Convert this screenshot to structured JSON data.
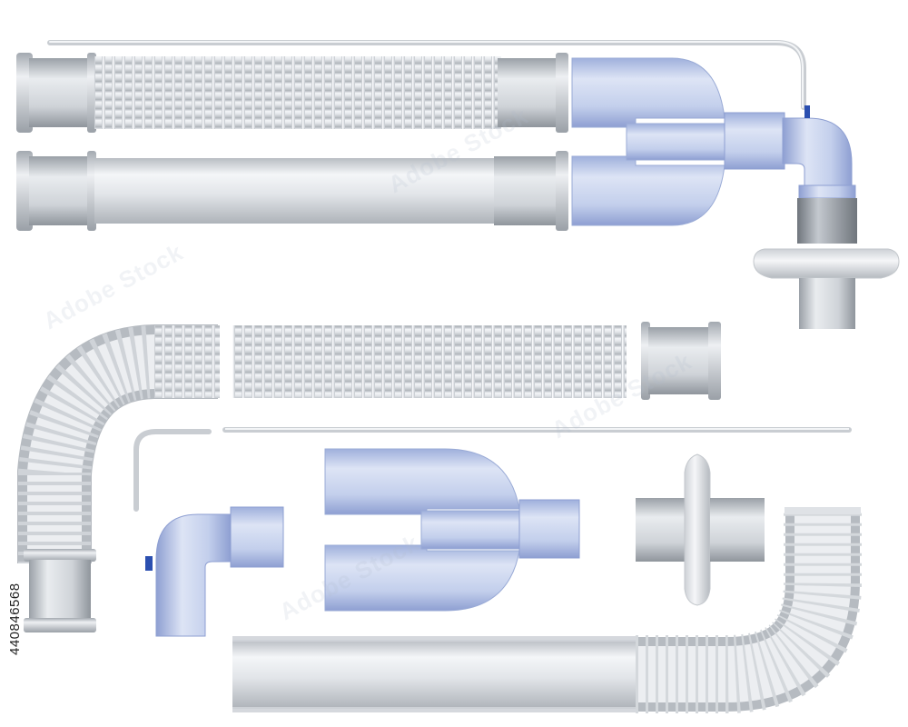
{
  "image": {
    "stock_id": "440846568",
    "watermark_text": "Adobe Stock"
  },
  "colors": {
    "grey_tube": "#d9dde2",
    "grey_ring": "#bfc4ca",
    "grey_dark": "#8f959c",
    "blue_part": "#bfcbea",
    "blue_dark": "#8e9fd2",
    "valve_blue": "#2b4fb0"
  },
  "components": [
    "corrugated-tube-upper",
    "corrugated-tube-lower",
    "y-piece-connector",
    "elbow-connector",
    "breathing-filter",
    "flexible-hose-bent",
    "corrugated-tube-segment",
    "tube-cuff",
    "sampling-line",
    "elbow-loose",
    "y-piece-loose",
    "filter-loose",
    "smooth-tube-curved"
  ]
}
